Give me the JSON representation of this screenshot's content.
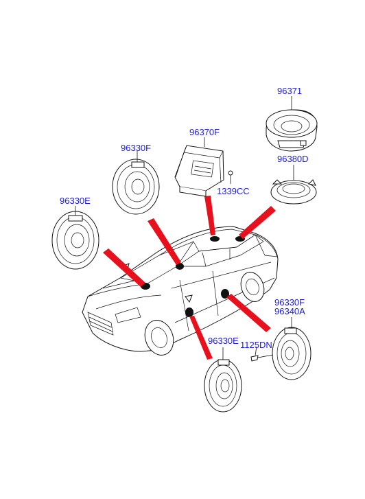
{
  "parts": {
    "p96371": "96371",
    "p96370F": "96370F",
    "p96330F_top": "96330F",
    "p96380D": "96380D",
    "p1339CC": "1339CC",
    "p96330E_left": "96330E",
    "p96330F_rear": "96330F",
    "p96340A": "96340A",
    "p96330E_front": "96330E",
    "p1125DN": "1125DN"
  },
  "colors": {
    "label": "#1a1adb",
    "pointer": "#e8101c",
    "line": "#111111"
  }
}
